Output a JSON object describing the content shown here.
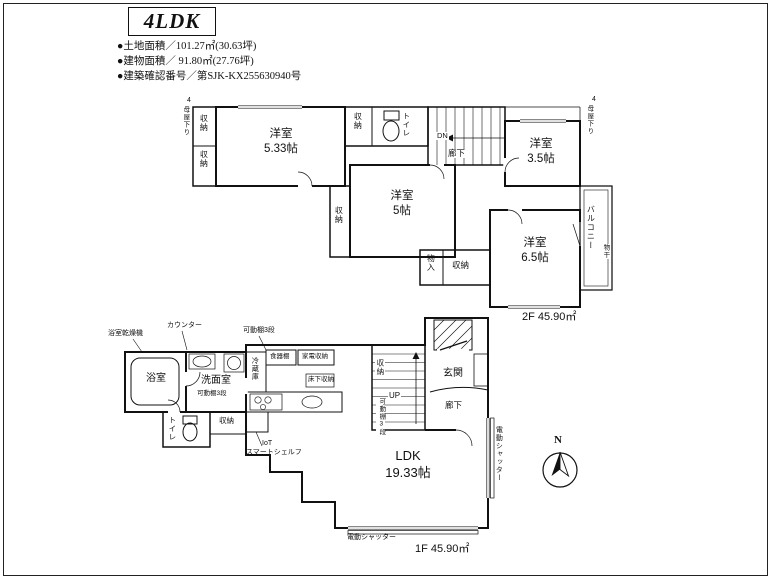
{
  "header": {
    "plan_type": "4LDK",
    "info_lines": [
      "●土地面積／101.27㎡(30.63坪)",
      "●建物面積／ 91.80㎡(27.76坪)",
      "●建築確認番号／第SJK-KX255630940号"
    ]
  },
  "floor2": {
    "area_label": "2F 45.90㎡",
    "rooms": [
      {
        "name": "洋室",
        "size": "5.33帖"
      },
      {
        "name": "洋室",
        "size": "3.5帖"
      },
      {
        "name": "洋室",
        "size": "5帖"
      },
      {
        "name": "洋室",
        "size": "6.5帖"
      }
    ],
    "labels": {
      "eaves_left": "母屋下り",
      "pitch_left": "4",
      "closet_left_top": "収納",
      "closet_left_bottom": "収納",
      "closet_top": "収納",
      "toilet": "トイレ",
      "stairs_dn": "DN",
      "hallway": "廊下",
      "eaves_right": "母屋下り",
      "pitch_right": "4",
      "closet_mid": "収納",
      "balcony": "バルコニー",
      "laundry_pole": "物干",
      "storage_small": "物入",
      "storage_bottom": "収納"
    }
  },
  "floor1": {
    "area_label": "1F 45.90㎡",
    "ldk": {
      "name": "LDK",
      "size": "19.33帖"
    },
    "labels": {
      "bath_dryer": "浴室乾燥機",
      "counter": "カウンター",
      "shelf_top": "可動棚3段",
      "cupboard": "食器棚",
      "appliance": "家電収納",
      "fridge": "冷蔵庫",
      "bath": "浴室",
      "washroom": "洗面室",
      "washroom_shelf": "可動棚3段",
      "toilet": "トイレ",
      "toilet_storage": "収納",
      "underfloor": "床下収納",
      "iot_line1": "IoT",
      "iot_line2": "スマートシェルフ",
      "stairs_closet": "収納",
      "stairs_shelf": "可動棚3段",
      "up": "UP",
      "entrance": "玄関",
      "hallway": "廊下",
      "shutter_right": "電動シャッター",
      "shutter_bottom": "電動シャッター"
    },
    "compass_n": "N"
  }
}
